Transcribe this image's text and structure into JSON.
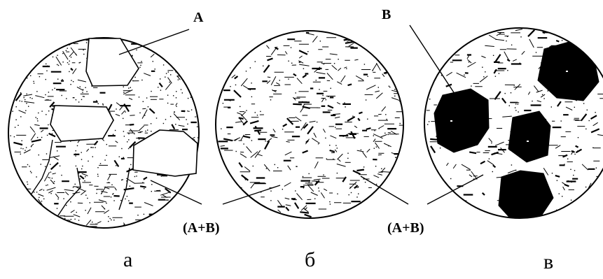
{
  "figure": {
    "phase_labels": {
      "a": "A",
      "b": "B"
    },
    "eutectic_labels": [
      "(A+B)",
      "(A+B)"
    ],
    "subfigure_labels": [
      "а",
      "б",
      "в"
    ]
  }
}
